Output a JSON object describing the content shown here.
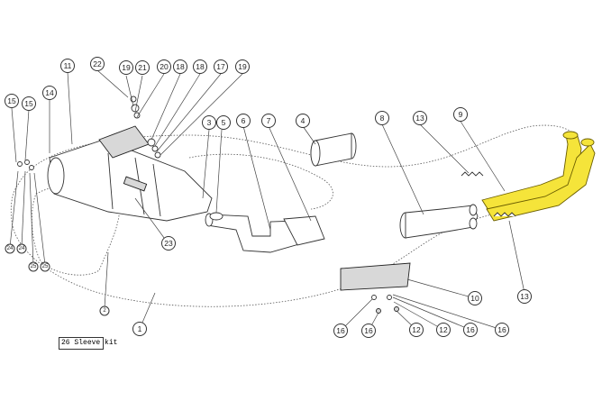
{
  "legend": {
    "number": "26",
    "label": "Sleeve kit"
  },
  "callouts": [
    {
      "id": "c1",
      "text": "1"
    },
    {
      "id": "c2",
      "text": "2"
    },
    {
      "id": "c3",
      "text": "3"
    },
    {
      "id": "c4",
      "text": "4"
    },
    {
      "id": "c5",
      "text": "5"
    },
    {
      "id": "c6",
      "text": "6"
    },
    {
      "id": "c7",
      "text": "7"
    },
    {
      "id": "c8",
      "text": "8"
    },
    {
      "id": "c9",
      "text": "9"
    },
    {
      "id": "c10",
      "text": "10"
    },
    {
      "id": "c11",
      "text": "11"
    },
    {
      "id": "c12a",
      "text": "12"
    },
    {
      "id": "c12b",
      "text": "12"
    },
    {
      "id": "c13a",
      "text": "13"
    },
    {
      "id": "c13b",
      "text": "13"
    },
    {
      "id": "c14",
      "text": "14"
    },
    {
      "id": "c15a",
      "text": "15"
    },
    {
      "id": "c15b",
      "text": "15"
    },
    {
      "id": "c16a",
      "text": "16"
    },
    {
      "id": "c16b",
      "text": "16"
    },
    {
      "id": "c16c",
      "text": "16"
    },
    {
      "id": "c16d",
      "text": "16"
    },
    {
      "id": "c17",
      "text": "17"
    },
    {
      "id": "c18a",
      "text": "18"
    },
    {
      "id": "c18b",
      "text": "18"
    },
    {
      "id": "c19a",
      "text": "19"
    },
    {
      "id": "c19b",
      "text": "19"
    },
    {
      "id": "c20",
      "text": "20"
    },
    {
      "id": "c21",
      "text": "21"
    },
    {
      "id": "c22",
      "text": "22"
    },
    {
      "id": "c23",
      "text": "23"
    },
    {
      "id": "c24a",
      "text": "24"
    },
    {
      "id": "c24b",
      "text": "24"
    },
    {
      "id": "c25a",
      "text": "25"
    },
    {
      "id": "c25b",
      "text": "25"
    }
  ],
  "colors": {
    "highlight": "#f5e43a",
    "line": "#333333"
  }
}
